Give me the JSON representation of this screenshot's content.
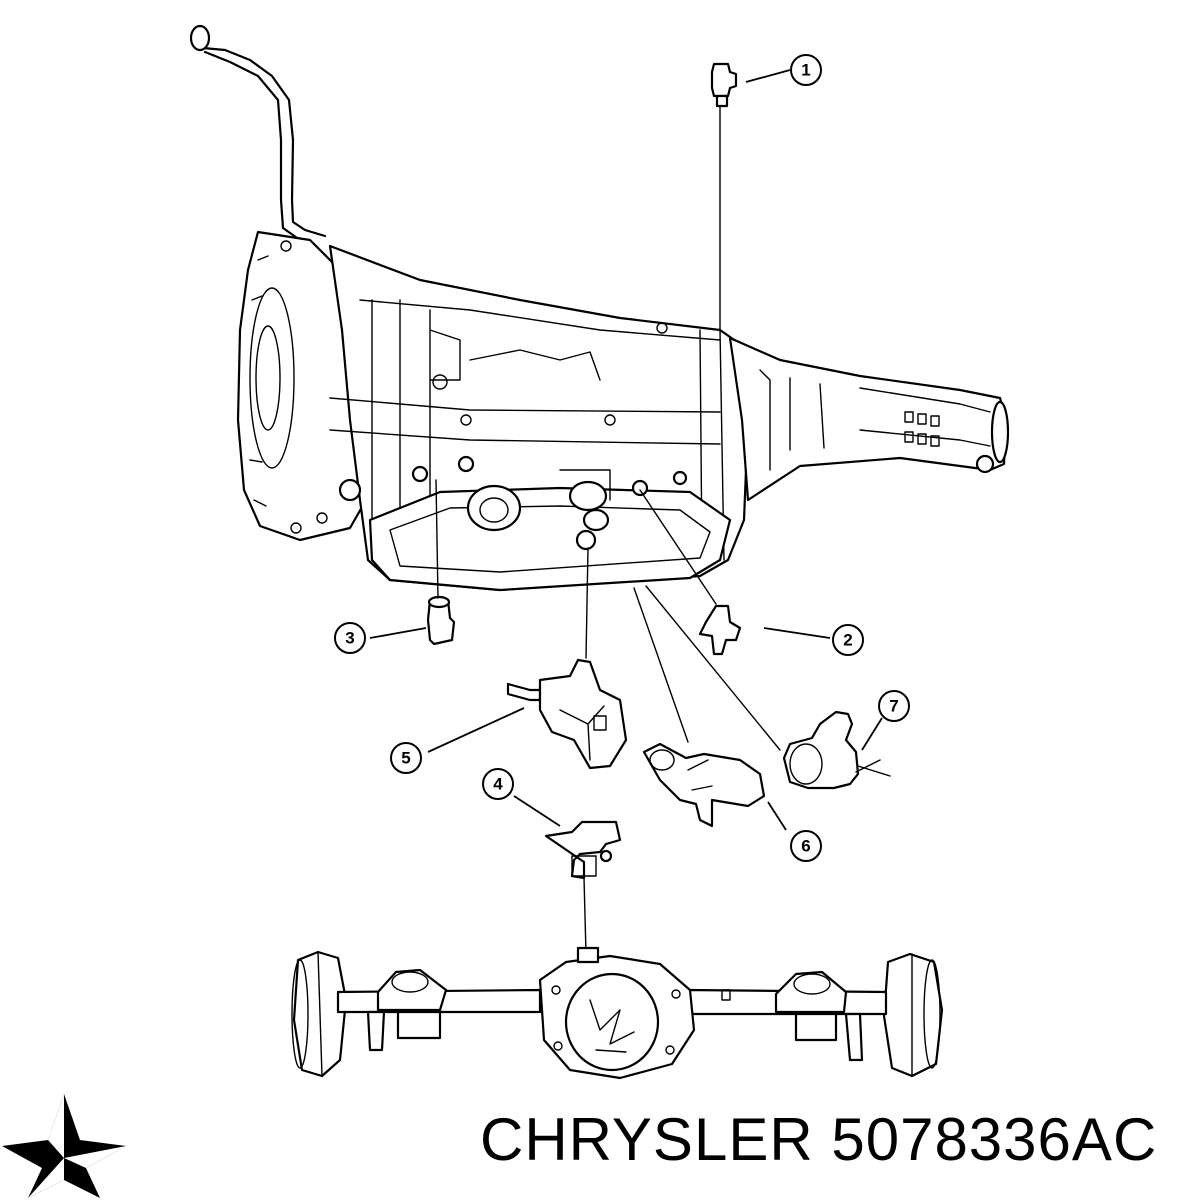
{
  "callouts": [
    {
      "id": "1",
      "label": "1"
    },
    {
      "id": "2",
      "label": "2"
    },
    {
      "id": "3",
      "label": "3"
    },
    {
      "id": "4",
      "label": "4"
    },
    {
      "id": "5",
      "label": "5"
    },
    {
      "id": "6",
      "label": "6"
    },
    {
      "id": "7",
      "label": "7"
    }
  ],
  "footer": {
    "brand": "CHRYSLER",
    "part_number": "5078336AC",
    "title": "CHRYSLER 5078336AC"
  },
  "logo": {
    "icon": "pentastar-logo-icon",
    "color": "#000000"
  }
}
